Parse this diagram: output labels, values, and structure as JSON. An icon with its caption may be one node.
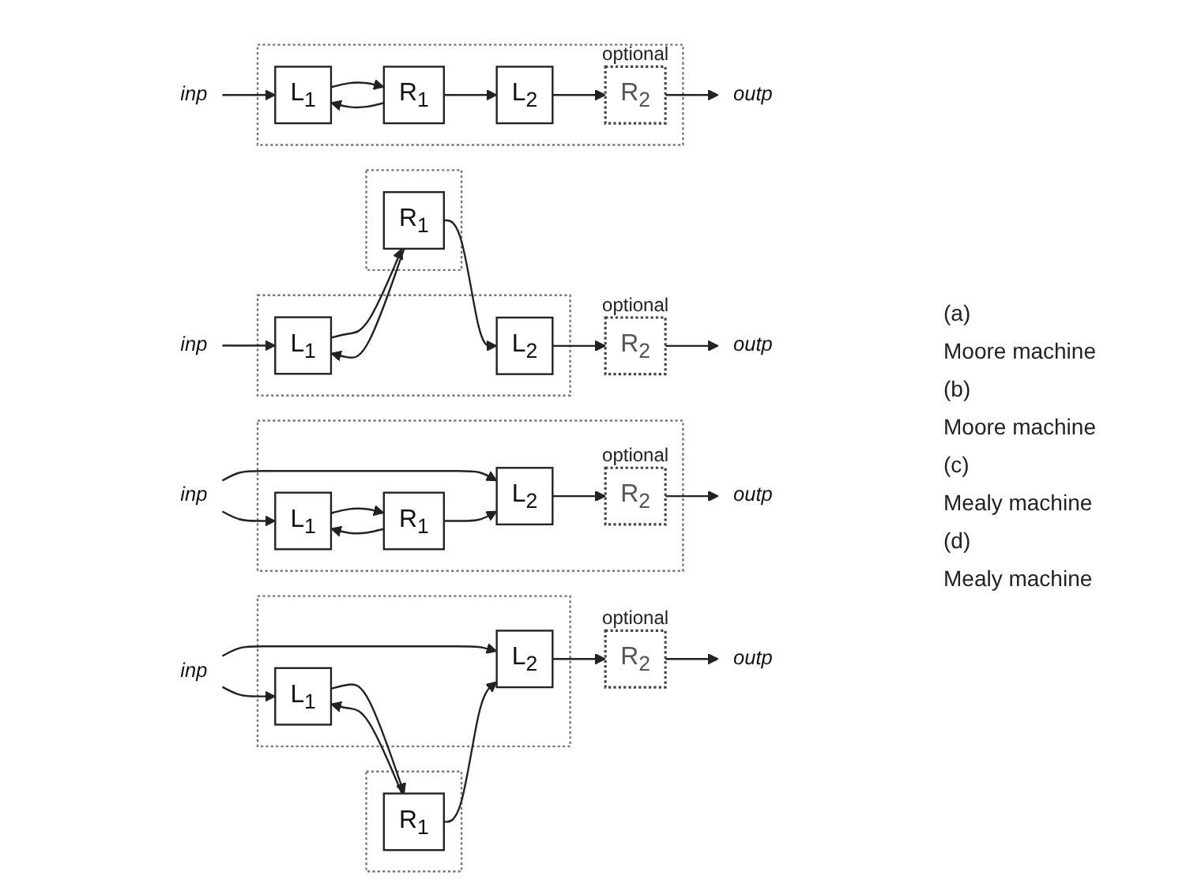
{
  "diagram": {
    "nodes": [
      {
        "text": [],
        "shape": "box"
      },
      {
        "text": [
          "inp"
        ]
      },
      {
        "text": [
          "L$_{1}$"
        ],
        "in": 0
      },
      {
        "text": [
          "R$_{1}$"
        ],
        "in": 0
      },
      {
        "text": [
          "L$_{2}$"
        ],
        "in": 0
      },
      {
        "text": [
          "R$_{2}$"
        ],
        "in": 0,
        "beside": [
          "optional"
        ]
      },
      {
        "text": [
          "outp"
        ]
      },
      {
        "text": [
          "inp"
        ]
      },
      {
        "text": [],
        "shape": "box"
      },
      {
        "text": [
          "L$_{2}$"
        ],
        "in": 8
      },
      {
        "text": [
          "L$_{1}$"
        ],
        "in": 8
      },
      {
        "text": [],
        "shape": "box"
      },
      {
        "text": [
          "R$_{1}$"
        ],
        "in": 11
      },
      {
        "text": [
          "R$_{2}$"
        ],
        "beside": [
          "optional"
        ]
      },
      {
        "text": [
          "outp"
        ]
      },
      {
        "text": [],
        "shape": "box"
      },
      {
        "text": [
          "inp"
        ]
      },
      {
        "text": [
          "L$_{1}$"
        ],
        "in": 15
      },
      {
        "text": [
          "R$_{1}$"
        ],
        "in": 15
      },
      {
        "text": [
          "L$_{2}$"
        ],
        "in": 15
      },
      {
        "text": [
          "R$_{2}$"
        ],
        "in": 15,
        "beside": [
          "optional"
        ]
      },
      {
        "text": [
          "outp"
        ]
      },
      {
        "text": [
          "inp"
        ]
      },
      {
        "text": [],
        "shape": "box"
      },
      {
        "text": [
          "L$_{2}$"
        ],
        "in": 23
      },
      {
        "text": [
          "L$_{1}$"
        ],
        "in": 23
      },
      {
        "text": [],
        "shape": "box"
      },
      {
        "text": [
          "R$_{1}$"
        ],
        "in": 26
      },
      {
        "text": [
          "R$_{2}$"
        ],
        "beside": [
          "optional"
        ]
      },
      {
        "text": [
          "outp"
        ]
      }
    ],
    "edges": [
      {
        "from": 1,
        "to": 2,
        "arrow": "to"
      },
      {
        "from": 2,
        "to": 3,
        "arrow": "to"
      },
      {
        "from": 3,
        "to": 4,
        "arrow": "to"
      },
      {
        "from": 3,
        "to": 2,
        "arrow": "to"
      },
      {
        "from": 4,
        "to": 5,
        "arrow": "to"
      },
      {
        "from": 5,
        "to": 6,
        "arrow": "to"
      },
      {
        "from": 7,
        "to": 10,
        "arrow": "to"
      },
      {
        "from": 12,
        "to": 9,
        "arrow": "to"
      },
      {
        "from": 12,
        "to": 10,
        "arrow": "to"
      },
      {
        "from": 10,
        "to": 12,
        "arrow": "to"
      },
      {
        "from": 9,
        "to": 13,
        "arrow": "to"
      },
      {
        "from": 13,
        "to": 14,
        "arrow": "to"
      },
      {
        "from": 16,
        "to": 17,
        "arrow": "to"
      },
      {
        "from": 16,
        "to": 19,
        "arrow": "to"
      },
      {
        "from": 17,
        "to": 18,
        "arrow": "to"
      },
      {
        "from": 18,
        "to": 19,
        "arrow": "to"
      },
      {
        "from": 18,
        "to": 17,
        "arrow": "to"
      },
      {
        "from": 19,
        "to": 20,
        "arrow": "to"
      },
      {
        "from": 20,
        "to": 21,
        "arrow": "to"
      },
      {
        "from": 22,
        "to": 24,
        "arrow": "to"
      },
      {
        "from": 22,
        "to": 25,
        "arrow": "to"
      },
      {
        "from": 27,
        "to": 24,
        "arrow": "to"
      },
      {
        "from": 27,
        "to": 25,
        "arrow": "to"
      },
      {
        "from": 25,
        "to": 27,
        "arrow": "to"
      },
      {
        "from": 24,
        "to": 28,
        "arrow": "to"
      },
      {
        "from": 28,
        "to": 29,
        "arrow": "to"
      }
    ],
    "labels": [
      "(a)",
      "Moore machine",
      "(b)",
      "Moore machine",
      "(c)",
      "Mealy machine",
      "(d)",
      "Mealy machine"
    ]
  }
}
